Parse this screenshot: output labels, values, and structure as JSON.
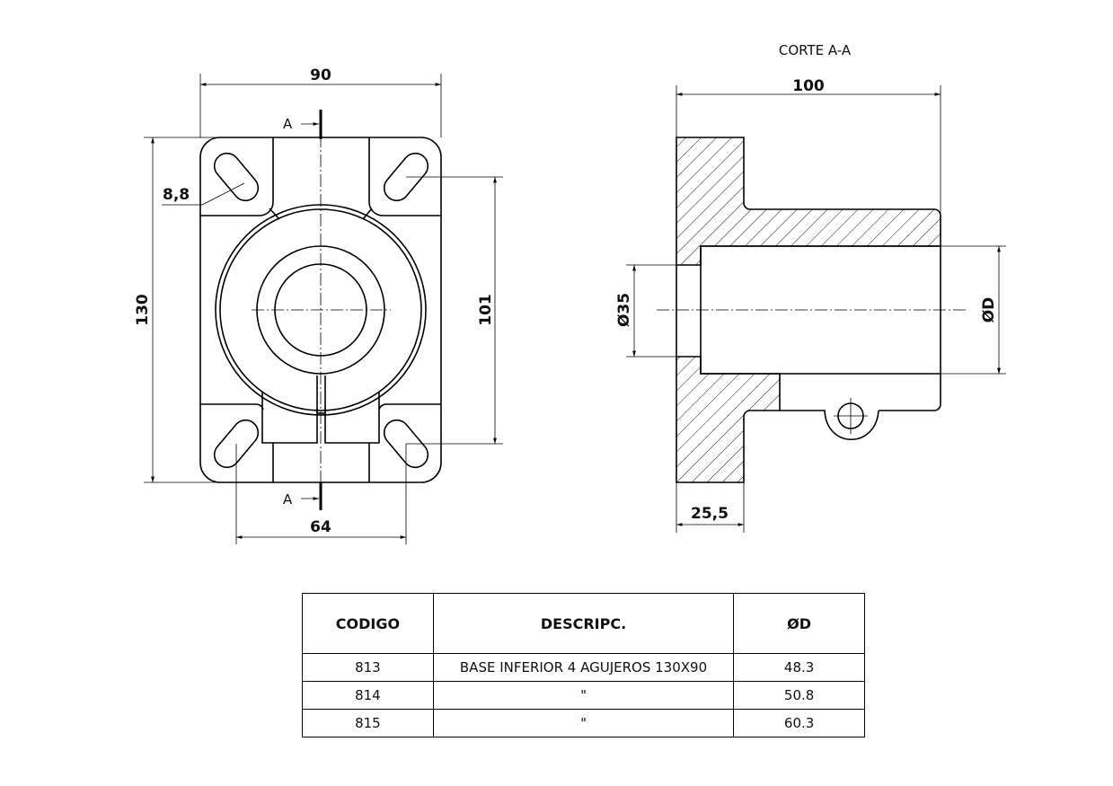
{
  "front_view": {
    "dim_width": "90",
    "dim_height": "130",
    "dim_slot": "8,8",
    "dim_hole_vertical": "101",
    "dim_hole_horizontal": "64",
    "section_mark_top": "A",
    "section_mark_bottom": "A"
  },
  "section_view": {
    "title": "CORTE A-A",
    "dim_length": "100",
    "dim_hole": "Ø35",
    "dim_bore": "ØD",
    "dim_flange": "25,5"
  },
  "table": {
    "headers": [
      "CODIGO",
      "DESCRIPC.",
      "ØD"
    ],
    "rows": [
      [
        "813",
        "BASE INFERIOR 4 AGUJEROS 130X90",
        "48.3"
      ],
      [
        "814",
        "\"",
        "50.8"
      ],
      [
        "815",
        "\"",
        "60.3"
      ]
    ]
  }
}
